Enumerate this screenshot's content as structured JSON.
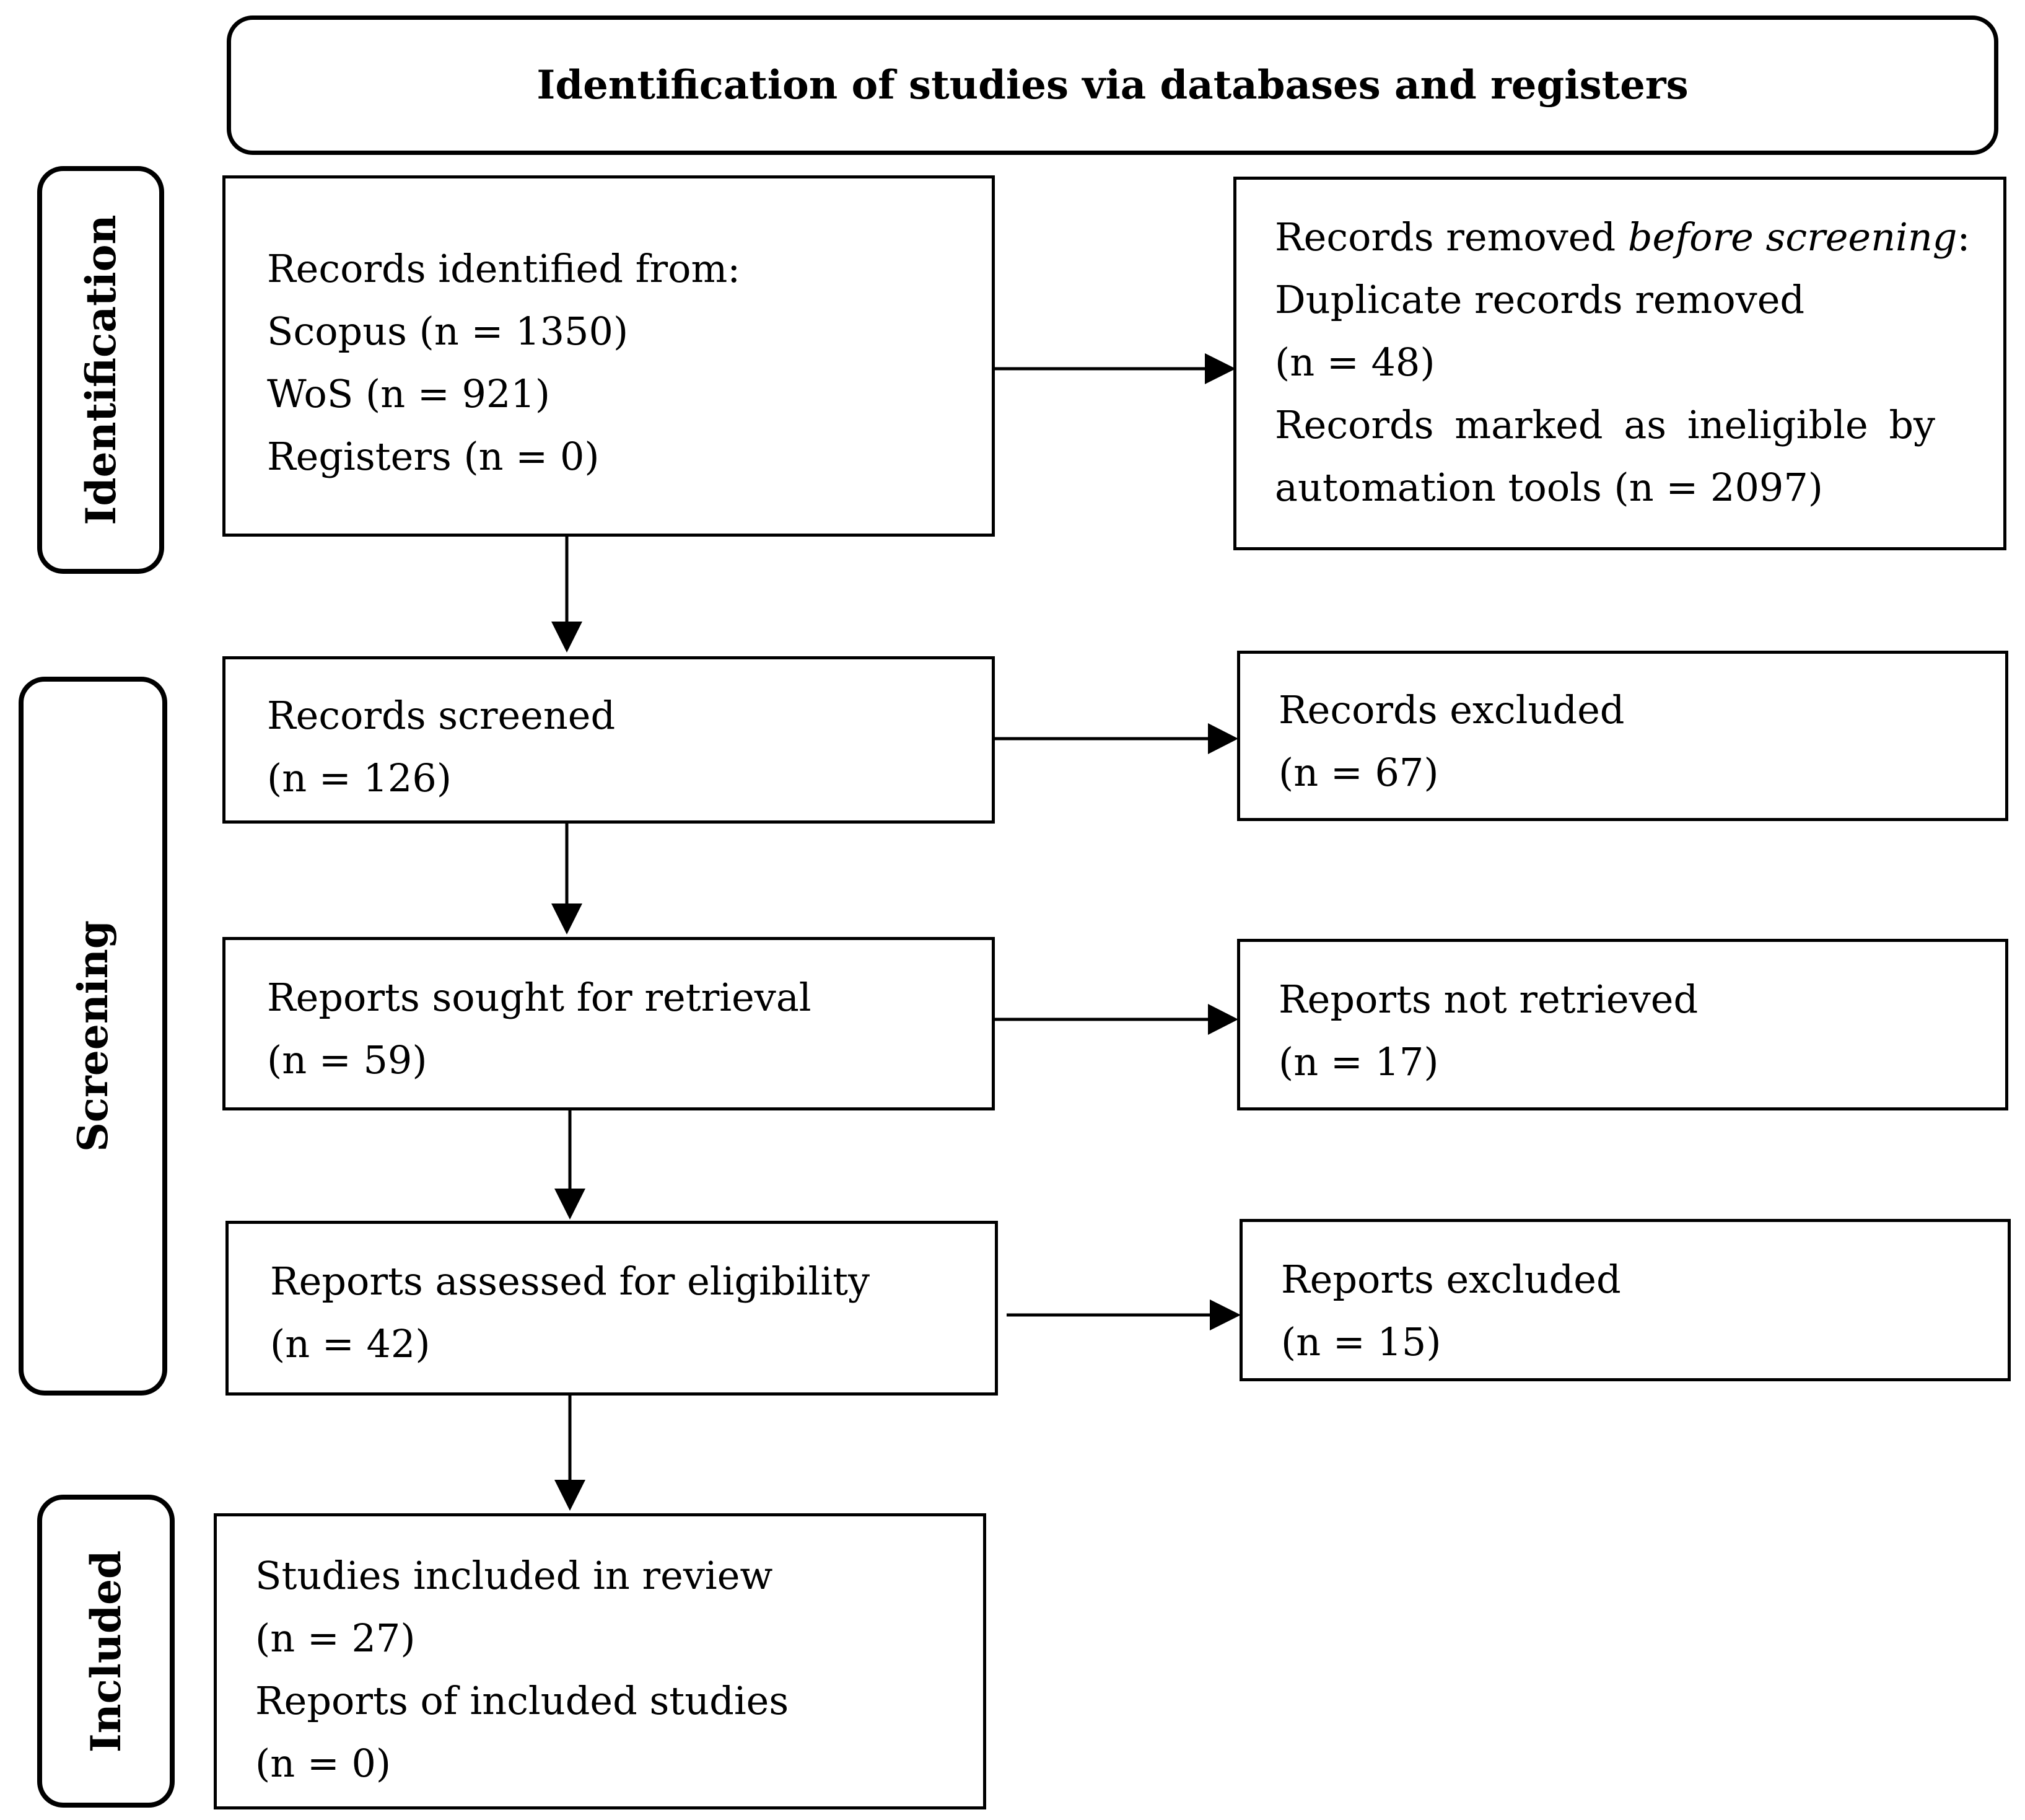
{
  "header": {
    "title": "Identification of studies via databases and registers"
  },
  "phases": {
    "identification": "Identification",
    "screening": "Screening",
    "included": "Included"
  },
  "boxes": {
    "identified": {
      "line1": "Records identified from:",
      "line2": "Scopus (n = 1350)",
      "line3": "WoS (n = 921)",
      "line4": "Registers (n = 0)"
    },
    "removed": {
      "line1_prefix": "Records removed ",
      "line1_italic": "before screening",
      "line1_suffix": ":",
      "line2": "Duplicate records removed",
      "line3": "(n = 48)",
      "line4": "Records marked as ineligible by",
      "line5": "automation tools (n = 2097)"
    },
    "screened": {
      "line1": "Records screened",
      "line2": "(n = 126)"
    },
    "excluded": {
      "line1": "Records excluded",
      "line2": "(n = 67)"
    },
    "sought": {
      "line1": "Reports sought for retrieval",
      "line2": "(n = 59)"
    },
    "not_retrieved": {
      "line1": "Reports not retrieved",
      "line2": "(n = 17)"
    },
    "assessed": {
      "line1": "Reports assessed for eligibility",
      "line2": "(n = 42)"
    },
    "reports_excluded": {
      "line1": "Reports excluded",
      "line2": "(n = 15)"
    },
    "included": {
      "line1": "Studies included in review",
      "line2": "(n = 27)",
      "line3": "Reports of included studies",
      "line4": "(n = 0)"
    }
  }
}
